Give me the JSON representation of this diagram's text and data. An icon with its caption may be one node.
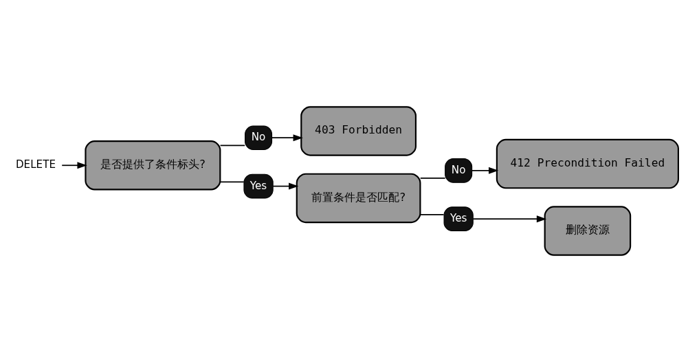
{
  "diagram": {
    "nodes": [
      {
        "text": [
          "DELETE"
        ]
      },
      {
        "text": [
          "是否提供了条件标头?"
        ]
      },
      {
        "text": [
          "No"
        ]
      },
      {
        "text": [
          "403 Forbidden"
        ]
      },
      {
        "text": [
          "Yes"
        ]
      },
      {
        "text": [
          "前置条件是否匹配?"
        ]
      },
      {
        "text": [
          "No"
        ]
      },
      {
        "text": [
          "412 Precondition Failed"
        ]
      },
      {
        "text": [
          "Yes"
        ]
      },
      {
        "text": [
          "删除资源"
        ]
      }
    ],
    "edges": [
      {
        "from": 0,
        "to": 1,
        "arrow": "to"
      },
      {
        "from": 1,
        "to": 2,
        "arrow": "none"
      },
      {
        "from": 2,
        "to": 3,
        "arrow": "to"
      },
      {
        "from": 1,
        "to": 4,
        "arrow": "none"
      },
      {
        "from": 4,
        "to": 5,
        "arrow": "to"
      },
      {
        "from": 5,
        "to": 6,
        "arrow": "none"
      },
      {
        "from": 6,
        "to": 7,
        "arrow": "to"
      },
      {
        "from": 5,
        "to": 8,
        "arrow": "none"
      },
      {
        "from": 8,
        "to": 9,
        "arrow": "to"
      }
    ]
  }
}
